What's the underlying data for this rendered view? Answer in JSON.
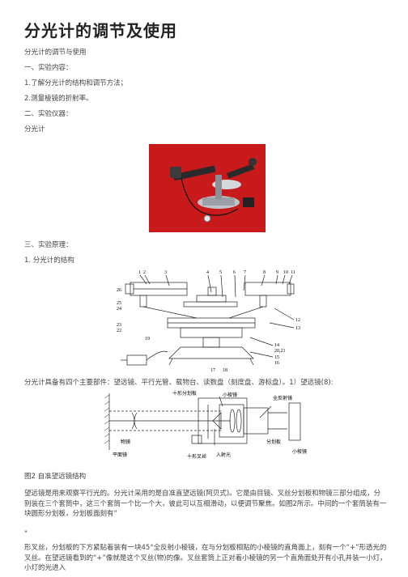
{
  "doc": {
    "title": "分光计的调节及使用",
    "subtitle": "分光计的调节与使用",
    "sec1": "一、实验内容：",
    "item1": "1.了解分光计的结构和调节方法；",
    "item2": "2.测量棱镜的折射率。",
    "sec2": "二、实验仪器：",
    "instrument": "分光计",
    "sec3": "三、实验原理：",
    "structure": "1. 分光计的结构",
    "para1": "分光计具备有四个主要部件：望远镜、平行光管、载物台、读数盘（刻度盘、游标盘）。1）望远镜(8):",
    "caption2": "图2 自准望远镜结构",
    "para2": "望远镜是用来观察平行光的。分光计采用的是自准直望远镜(阿贝式)。它是由目镜、叉丝分划板和物镜三部分组成，分别装在三个套筒中，这三个套筒一个比一个大，彼此可以互相滑动，以便调节聚焦。如图2所示。中间的一个套筒装有一块圆形分划板，分划板面刻有“",
    "quote_mark": "\"",
    "para3": "形叉丝，分划板的下方紧贴着装有一块45°全反射小棱镜，在与分划板相贴的小棱镜的直角面上，刻有一个“+”形透光的叉丝。在望远镜看到的“+”像就是这个叉丝(物)的像。叉丝套筒上正对着小棱镜的另一个直角面处开有小孔并装一小灯，小灯的光进入"
  },
  "fig1_labels": [
    "1",
    "2",
    "3",
    "4",
    "5",
    "6",
    "7",
    "8",
    "9",
    "10",
    "11",
    "26",
    "25",
    "24",
    "23",
    "22",
    "19",
    "12",
    "13",
    "14",
    "20,21",
    "15",
    "16",
    "17",
    "18"
  ],
  "fig2_labels": [
    "平面镜",
    "物镜",
    "十形叉丝",
    "入射光",
    "十形分划板",
    "小棱镜",
    "全反射镜",
    "分划板",
    "小棱镜"
  ],
  "colors": {
    "photo_bg": "#c61818",
    "text": "#444444"
  }
}
